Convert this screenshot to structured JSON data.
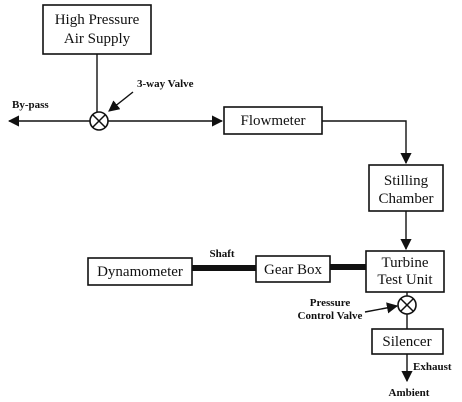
{
  "diagram": {
    "boxes": {
      "air_supply": [
        "High Pressure",
        "Air Supply"
      ],
      "flowmeter": "Flowmeter",
      "stilling_chamber": [
        "Stilling",
        "Chamber"
      ],
      "dynamometer": "Dynamometer",
      "gear_box": "Gear Box",
      "turbine": [
        "Turbine",
        "Test Unit"
      ],
      "silencer": "Silencer"
    },
    "labels": {
      "three_way_valve": "3-way Valve",
      "bypass": "By-pass",
      "shaft": "Shaft",
      "pressure_control_valve": [
        "Pressure",
        "Control Valve"
      ],
      "exhaust": "Exhaust",
      "ambient": "Ambient"
    }
  }
}
